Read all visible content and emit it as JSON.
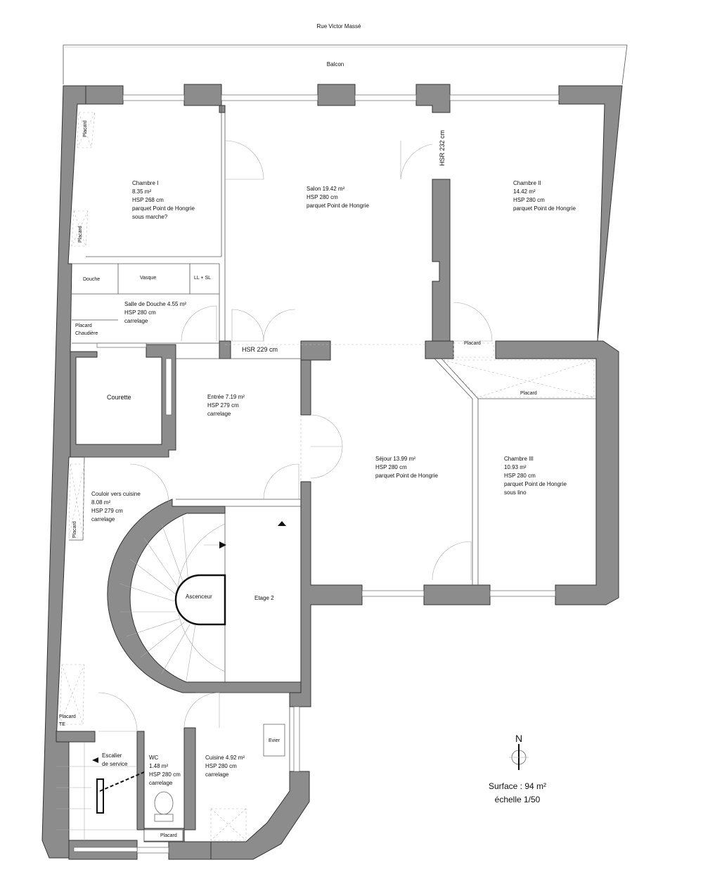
{
  "street": "Rue Victor Massé",
  "balcony": "Balcon",
  "rooms": {
    "chambre1": [
      "Chambre I",
      "8.35 m²",
      "HSP 268 cm",
      "parquet Point de Hongrie",
      "sous marche?"
    ],
    "salon": [
      "Salon 19.42 m²",
      "HSP 280 cm",
      "parquet Point de Hongrie"
    ],
    "chambre2": [
      "Chambre II",
      "14.42 m²",
      "HSP 280 cm",
      "parquet Point de Hongrie"
    ],
    "sdd": [
      "Salle de Douche 4.55 m²",
      "HSP 280 cm",
      "carrelage"
    ],
    "entree": [
      "Entrée 7.19 m²",
      "HSP 279 cm",
      "carrelage"
    ],
    "sejour": [
      "Séjour 13.99 m²",
      "HSP 280 cm",
      "parquet Point de Hongrie"
    ],
    "chambre3": [
      "Chambre III",
      "10.93 m²",
      "HSP 280 cm",
      "parquet Point de Hongrie",
      "sous lino"
    ],
    "couloir": [
      "Couloir vers cuisine",
      "8.08 m²",
      "HSP 279 cm",
      "carrelage"
    ],
    "wc": [
      "WC",
      "1.48 m²",
      "HSP 280 cm",
      "carrelage"
    ],
    "cuisine": [
      "Cuisine  4.92 m²",
      "HSP 280 cm",
      "carrelage"
    ],
    "escalier": [
      "Escalier",
      "de service"
    ]
  },
  "fixtures": {
    "douche": "Douche",
    "vasque": "Vasque",
    "llsl": "LL + SL",
    "placard": "Placard",
    "placard_chaudiere": [
      "Placard",
      "Chaudière"
    ],
    "placard_te": [
      "Placard",
      "TE"
    ],
    "courette": "Courette",
    "ascenseur": "Ascenceur",
    "etage": "Etage 2",
    "evier": "Evier"
  },
  "dimensions": {
    "hsr229": "HSR 229 cm",
    "hsr232": "HSR 232 cm"
  },
  "north": "N",
  "surface": "Surface : 94 m²",
  "scale": "échelle 1/50"
}
